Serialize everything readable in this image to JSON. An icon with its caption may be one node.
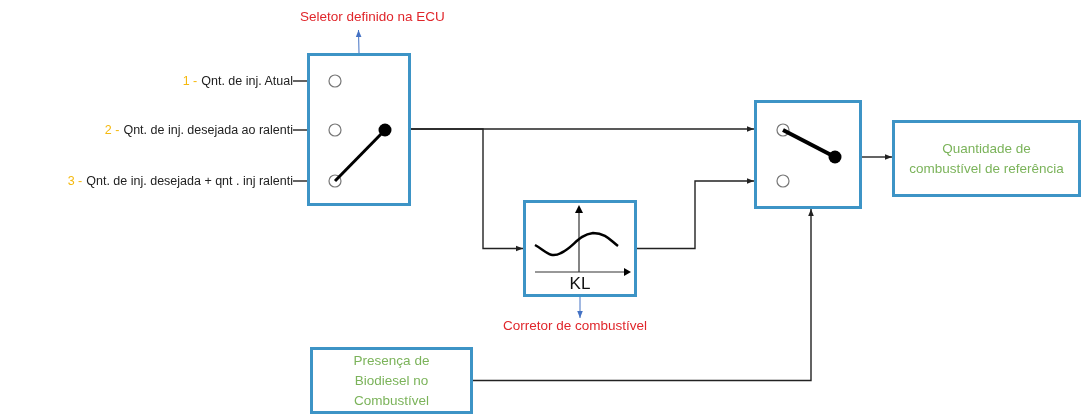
{
  "diagram": {
    "nodes": [
      {
        "text": [
          "1 -",
          "Qnt. de inj. Atual"
        ]
      },
      {
        "text": [
          "2 -",
          "Qnt. de inj. desejada ao ralenti"
        ]
      },
      {
        "text": [
          "3 -",
          "Qnt. de inj. desejada + qnt . inj ralenti"
        ]
      },
      {
        "text": [],
        "shape": "box"
      },
      {
        "text": [
          "Seletor definido na ECU"
        ]
      },
      {
        "text": [
          "KL"
        ]
      },
      {
        "text": [
          "Corretor de combustível"
        ]
      },
      {
        "text": [],
        "shape": "box"
      },
      {
        "text": [
          "Quantidade de combustível de referência"
        ]
      },
      {
        "text": [
          "Presença de Biodiesel no Combustível"
        ]
      }
    ],
    "edges": [
      {
        "from": 0,
        "to": 3,
        "arrow": "none"
      },
      {
        "from": 1,
        "to": 3,
        "arrow": "none"
      },
      {
        "from": 2,
        "to": 3,
        "arrow": "none"
      },
      {
        "from": 3,
        "to": 4,
        "arrow": "to",
        "color": "#4472c4"
      },
      {
        "from": 3,
        "to": 7,
        "arrow": "to"
      },
      {
        "from": 3,
        "to": 5,
        "arrow": "to"
      },
      {
        "from": 5,
        "to": 6,
        "arrow": "to",
        "color": "#4472c4"
      },
      {
        "from": 5,
        "to": 7,
        "arrow": "to"
      },
      {
        "from": 7,
        "to": 8,
        "arrow": "to"
      },
      {
        "from": 9,
        "to": 7,
        "arrow": "to"
      }
    ]
  }
}
